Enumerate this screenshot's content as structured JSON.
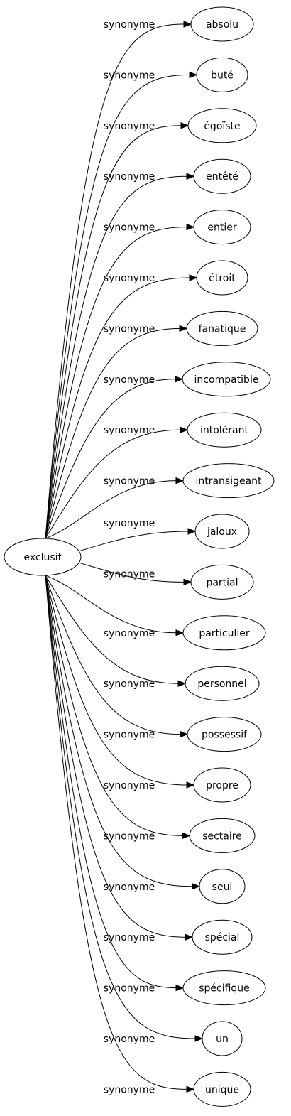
{
  "graph": {
    "source": "exclusif",
    "relation": "synonyme",
    "targets": [
      "absolu",
      "buté",
      "égoïste",
      "entêté",
      "entier",
      "étroit",
      "fanatique",
      "incompatible",
      "intolérant",
      "intransigeant",
      "jaloux",
      "partial",
      "particulier",
      "personnel",
      "possessif",
      "propre",
      "sectaire",
      "seul",
      "spécial",
      "spécifique",
      "un",
      "unique"
    ]
  }
}
